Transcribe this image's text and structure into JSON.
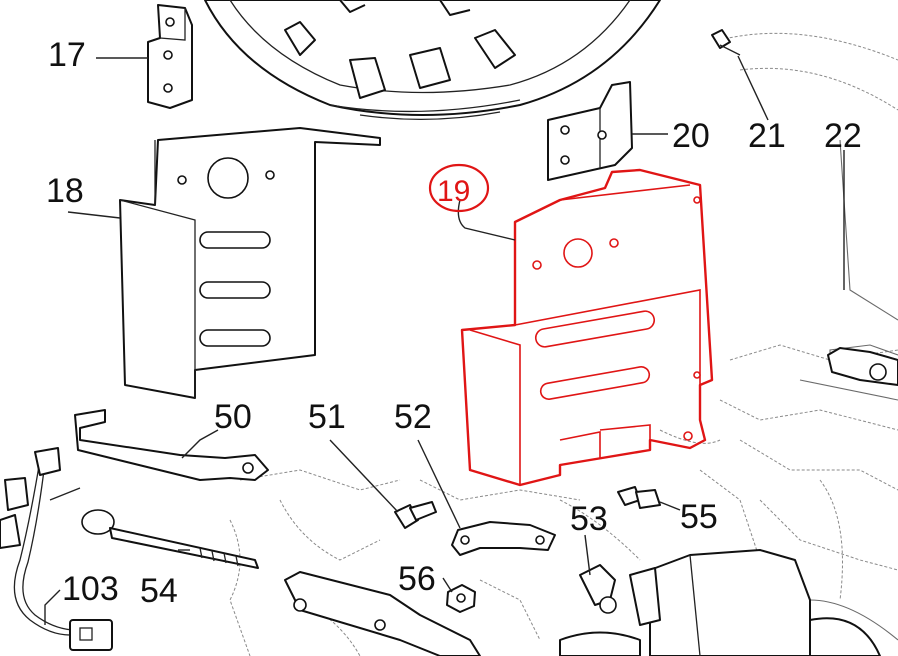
{
  "callouts": {
    "c17": "17",
    "c18": "18",
    "c19": "19",
    "c20": "20",
    "c21": "21",
    "c22": "22",
    "c50": "50",
    "c51": "51",
    "c52": "52",
    "c53": "53",
    "c54": "54",
    "c55": "55",
    "c56": "56",
    "c103": "103"
  },
  "colors": {
    "highlight": "#e01515",
    "ink": "#111111",
    "background_lines": "#8a8a8a"
  }
}
